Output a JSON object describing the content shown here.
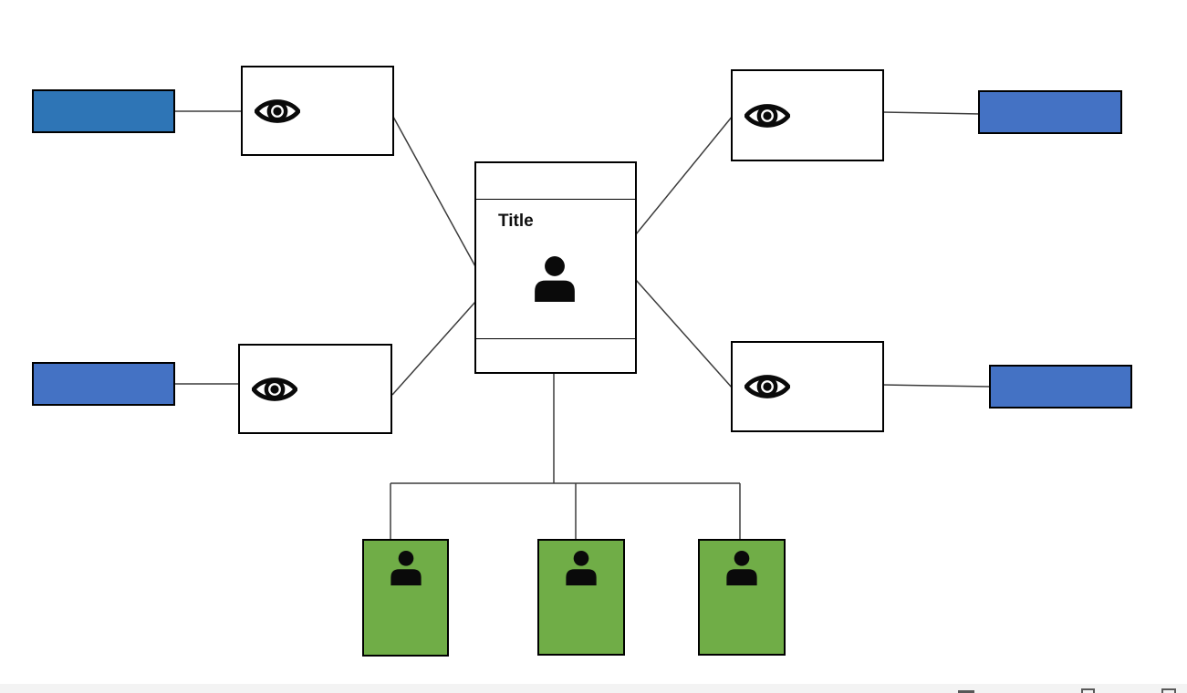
{
  "canvas": {
    "background": "#ffffff"
  },
  "colors": {
    "steel_blue": "#2E75B6",
    "royal_blue": "#4472C4",
    "green": "#70AD47",
    "shape_border": "#000000",
    "connector": "#3c3c3c",
    "statusbar_bg": "#f3f3f3",
    "statusbar_icon": "#575757",
    "icon_black": "#0a0a0a"
  },
  "center_card": {
    "title": "Title",
    "icon": "person-icon"
  },
  "eye_boxes": [
    {
      "id": "top-left",
      "icon": "eye-icon"
    },
    {
      "id": "top-right",
      "icon": "eye-icon"
    },
    {
      "id": "bottom-left",
      "icon": "eye-icon"
    },
    {
      "id": "bottom-right",
      "icon": "eye-icon"
    }
  ],
  "label_bars": [
    {
      "id": "top-left",
      "color": "#2E75B6"
    },
    {
      "id": "top-right",
      "color": "#4472C4"
    },
    {
      "id": "bottom-left",
      "color": "#4472C4"
    },
    {
      "id": "bottom-right",
      "color": "#4472C4"
    }
  ],
  "member_cards": [
    {
      "id": "member-1",
      "icon": "person-icon",
      "color": "#70AD47"
    },
    {
      "id": "member-2",
      "icon": "person-icon",
      "color": "#70AD47"
    },
    {
      "id": "member-3",
      "icon": "person-icon",
      "color": "#70AD47"
    }
  ],
  "status_bar": {
    "icons": [
      "view-icon-1",
      "view-icon-2",
      "view-icon-3"
    ]
  }
}
